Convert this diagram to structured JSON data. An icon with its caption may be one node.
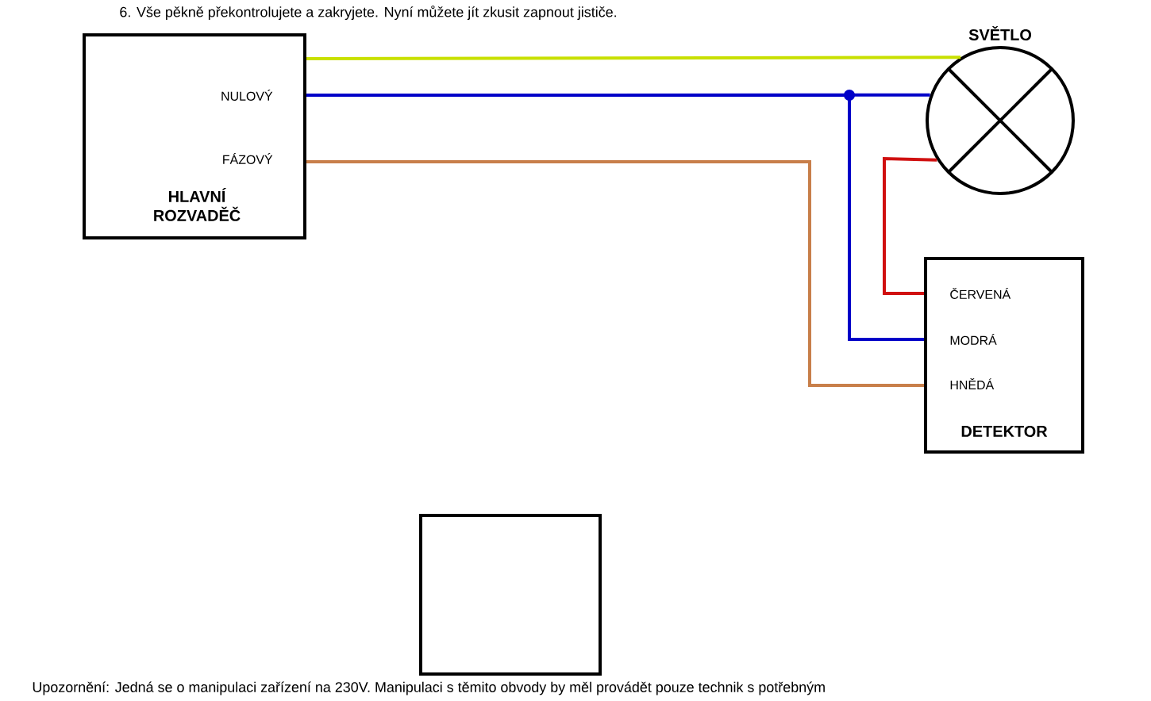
{
  "diagram": {
    "nodes": [
      {
        "text": [
          "NULOVÝ",
          "FÁZOVÝ",
          "HLAVNÍ ROZVADĚČ"
        ]
      },
      {
        "text": [
          "SVĚTLO"
        ]
      },
      {
        "text": [
          "ČERVENÁ",
          "MODRÁ",
          "HNĚDÁ",
          "DETEKTOR"
        ]
      },
      {
        "text": [],
        "shape": "box"
      }
    ],
    "edges": [
      {
        "from": 0,
        "to": 1,
        "arrow": "none",
        "color": "#c8e000"
      },
      {
        "from": 0,
        "to": 1,
        "arrow": "none",
        "color": "#0000c8"
      },
      {
        "from": 0,
        "to": 2,
        "arrow": "none",
        "color": "#0000c8"
      },
      {
        "from": 0,
        "to": 2,
        "arrow": "none",
        "color": "#c87f4a"
      },
      {
        "from": 1,
        "to": 2,
        "arrow": "none",
        "color": "#d01010"
      }
    ],
    "labels": [
      "6. Vše pěkně překontrolujete a zakryjete. Nyní můžete jít zkusit zapnout jističe.",
      "Upozornění: Jedná se o manipulaci zařízení na 230V. Manipulaci s těmito obvody by měl provádět pouze technik s potřebným"
    ]
  }
}
